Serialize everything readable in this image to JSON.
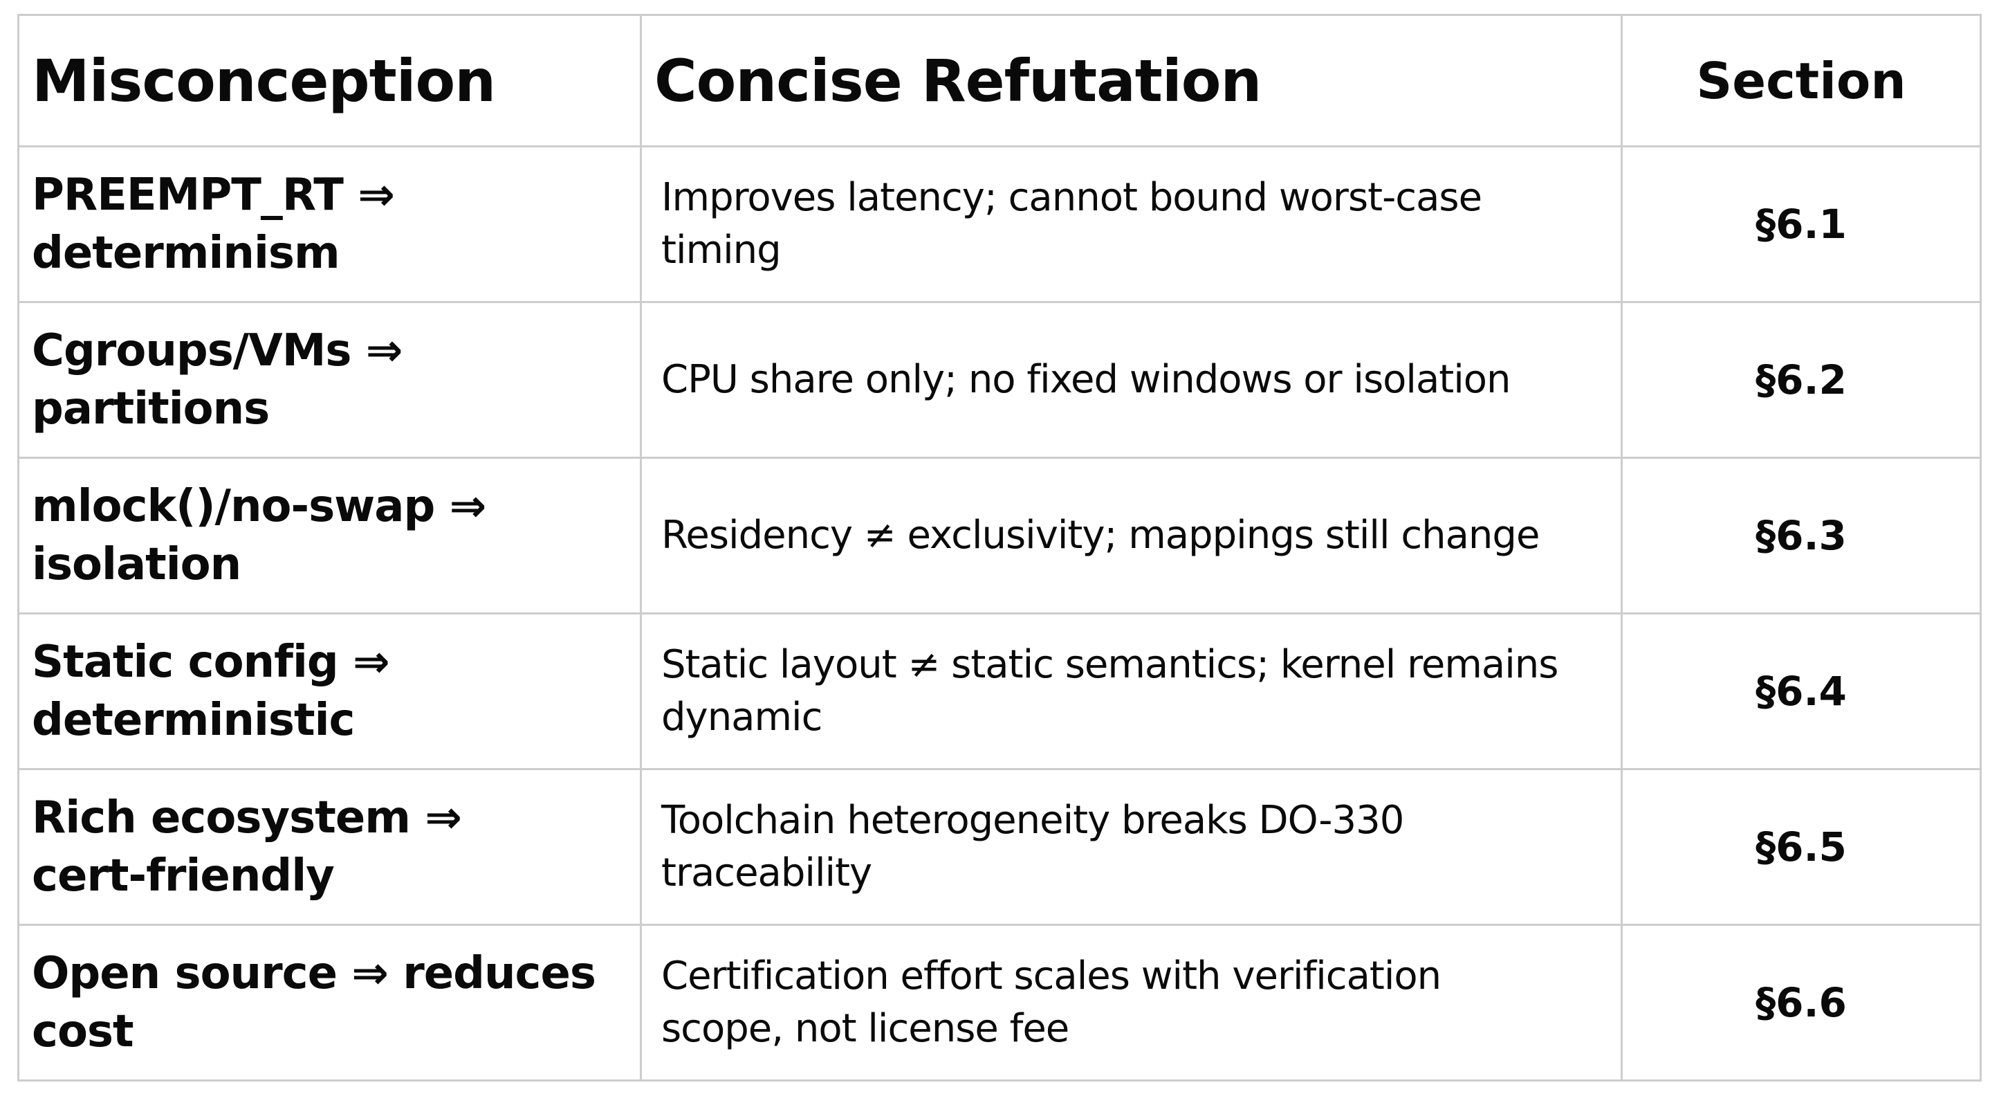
{
  "colors": {
    "border": "#cdcdcd",
    "text": "#0a0a0a",
    "background": "#ffffff"
  },
  "table": {
    "headers": [
      "Misconception",
      "Concise Refutation",
      "Section"
    ],
    "rows": [
      {
        "misconception": "PREEMPT_RT ⇒\ndeterminism",
        "refutation": "Improves latency; cannot bound worst-case\ntiming",
        "section": "§6.1"
      },
      {
        "misconception": "Cgroups/VMs ⇒\npartitions",
        "refutation": "CPU share only; no fixed windows or isolation",
        "section": "§6.2"
      },
      {
        "misconception": "mlock()/no-swap ⇒\nisolation",
        "refutation": "Residency ≠ exclusivity; mappings still change",
        "section": "§6.3"
      },
      {
        "misconception": "Static config ⇒\ndeterministic",
        "refutation": "Static layout ≠ static semantics; kernel remains\ndynamic",
        "section": "§6.4"
      },
      {
        "misconception": "Rich ecosystem ⇒\ncert-friendly",
        "refutation": "Toolchain heterogeneity breaks DO-330\ntraceability",
        "section": "§6.5"
      },
      {
        "misconception": "Open source ⇒ reduces\ncost",
        "refutation": "Certification effort scales with verification\nscope, not license fee",
        "section": "§6.6"
      }
    ]
  },
  "chart_data": {
    "type": "table",
    "title": "",
    "columns": [
      "Misconception",
      "Concise Refutation",
      "Section"
    ],
    "rows": [
      [
        "PREEMPT_RT ⇒ determinism",
        "Improves latency; cannot bound worst-case timing",
        "§6.1"
      ],
      [
        "Cgroups/VMs ⇒ partitions",
        "CPU share only; no fixed windows or isolation",
        "§6.2"
      ],
      [
        "mlock()/no-swap ⇒ isolation",
        "Residency ≠ exclusivity; mappings still change",
        "§6.3"
      ],
      [
        "Static config ⇒ deterministic",
        "Static layout ≠ static semantics; kernel remains dynamic",
        "§6.4"
      ],
      [
        "Rich ecosystem ⇒ cert-friendly",
        "Toolchain heterogeneity breaks DO-330 traceability",
        "§6.5"
      ],
      [
        "Open source ⇒ reduces cost",
        "Certification effort scales with verification scope, not license fee",
        "§6.6"
      ]
    ],
    "layout": {
      "grid": "full-borders",
      "header_bold": true,
      "col1_bold": true,
      "section_col_centered": true
    }
  }
}
